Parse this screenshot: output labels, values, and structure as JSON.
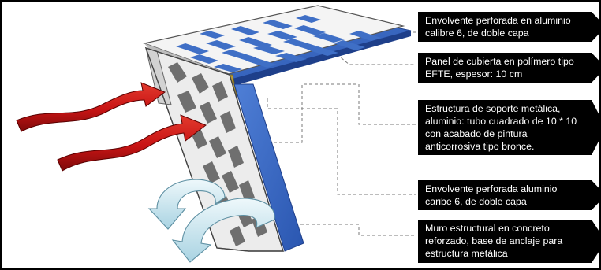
{
  "callouts": [
    {
      "text": "Envolvente perforada en aluminio calibre 6, de doble capa"
    },
    {
      "text": "Panel de cubierta en polímero tipo EFTE, espesor: 10 cm"
    },
    {
      "text": "Estructura de soporte metálica, aluminio: tubo cuadrado de 10 * 10 con acabado de pintura anticorrosiva tipo bronce."
    },
    {
      "text": "Envolvente perforada aluminio caribe 6, de doble capa"
    },
    {
      "text": "Muro  estructural en concreto reforzado, base de anclaje para estructura metálica"
    }
  ],
  "colors": {
    "frame": "#000000",
    "panel_blue": "#3f6fc6",
    "panel_blue_dark": "#1e3f8a",
    "bronze_tube": "#b59a35",
    "wind_in_red": "#c81414",
    "wind_out_light_blue": "#c8e6ef",
    "callout_bg": "#000000",
    "callout_text": "#ffffff"
  },
  "icons": [
    "wind-arrow-icon",
    "return-arrow-icon"
  ]
}
